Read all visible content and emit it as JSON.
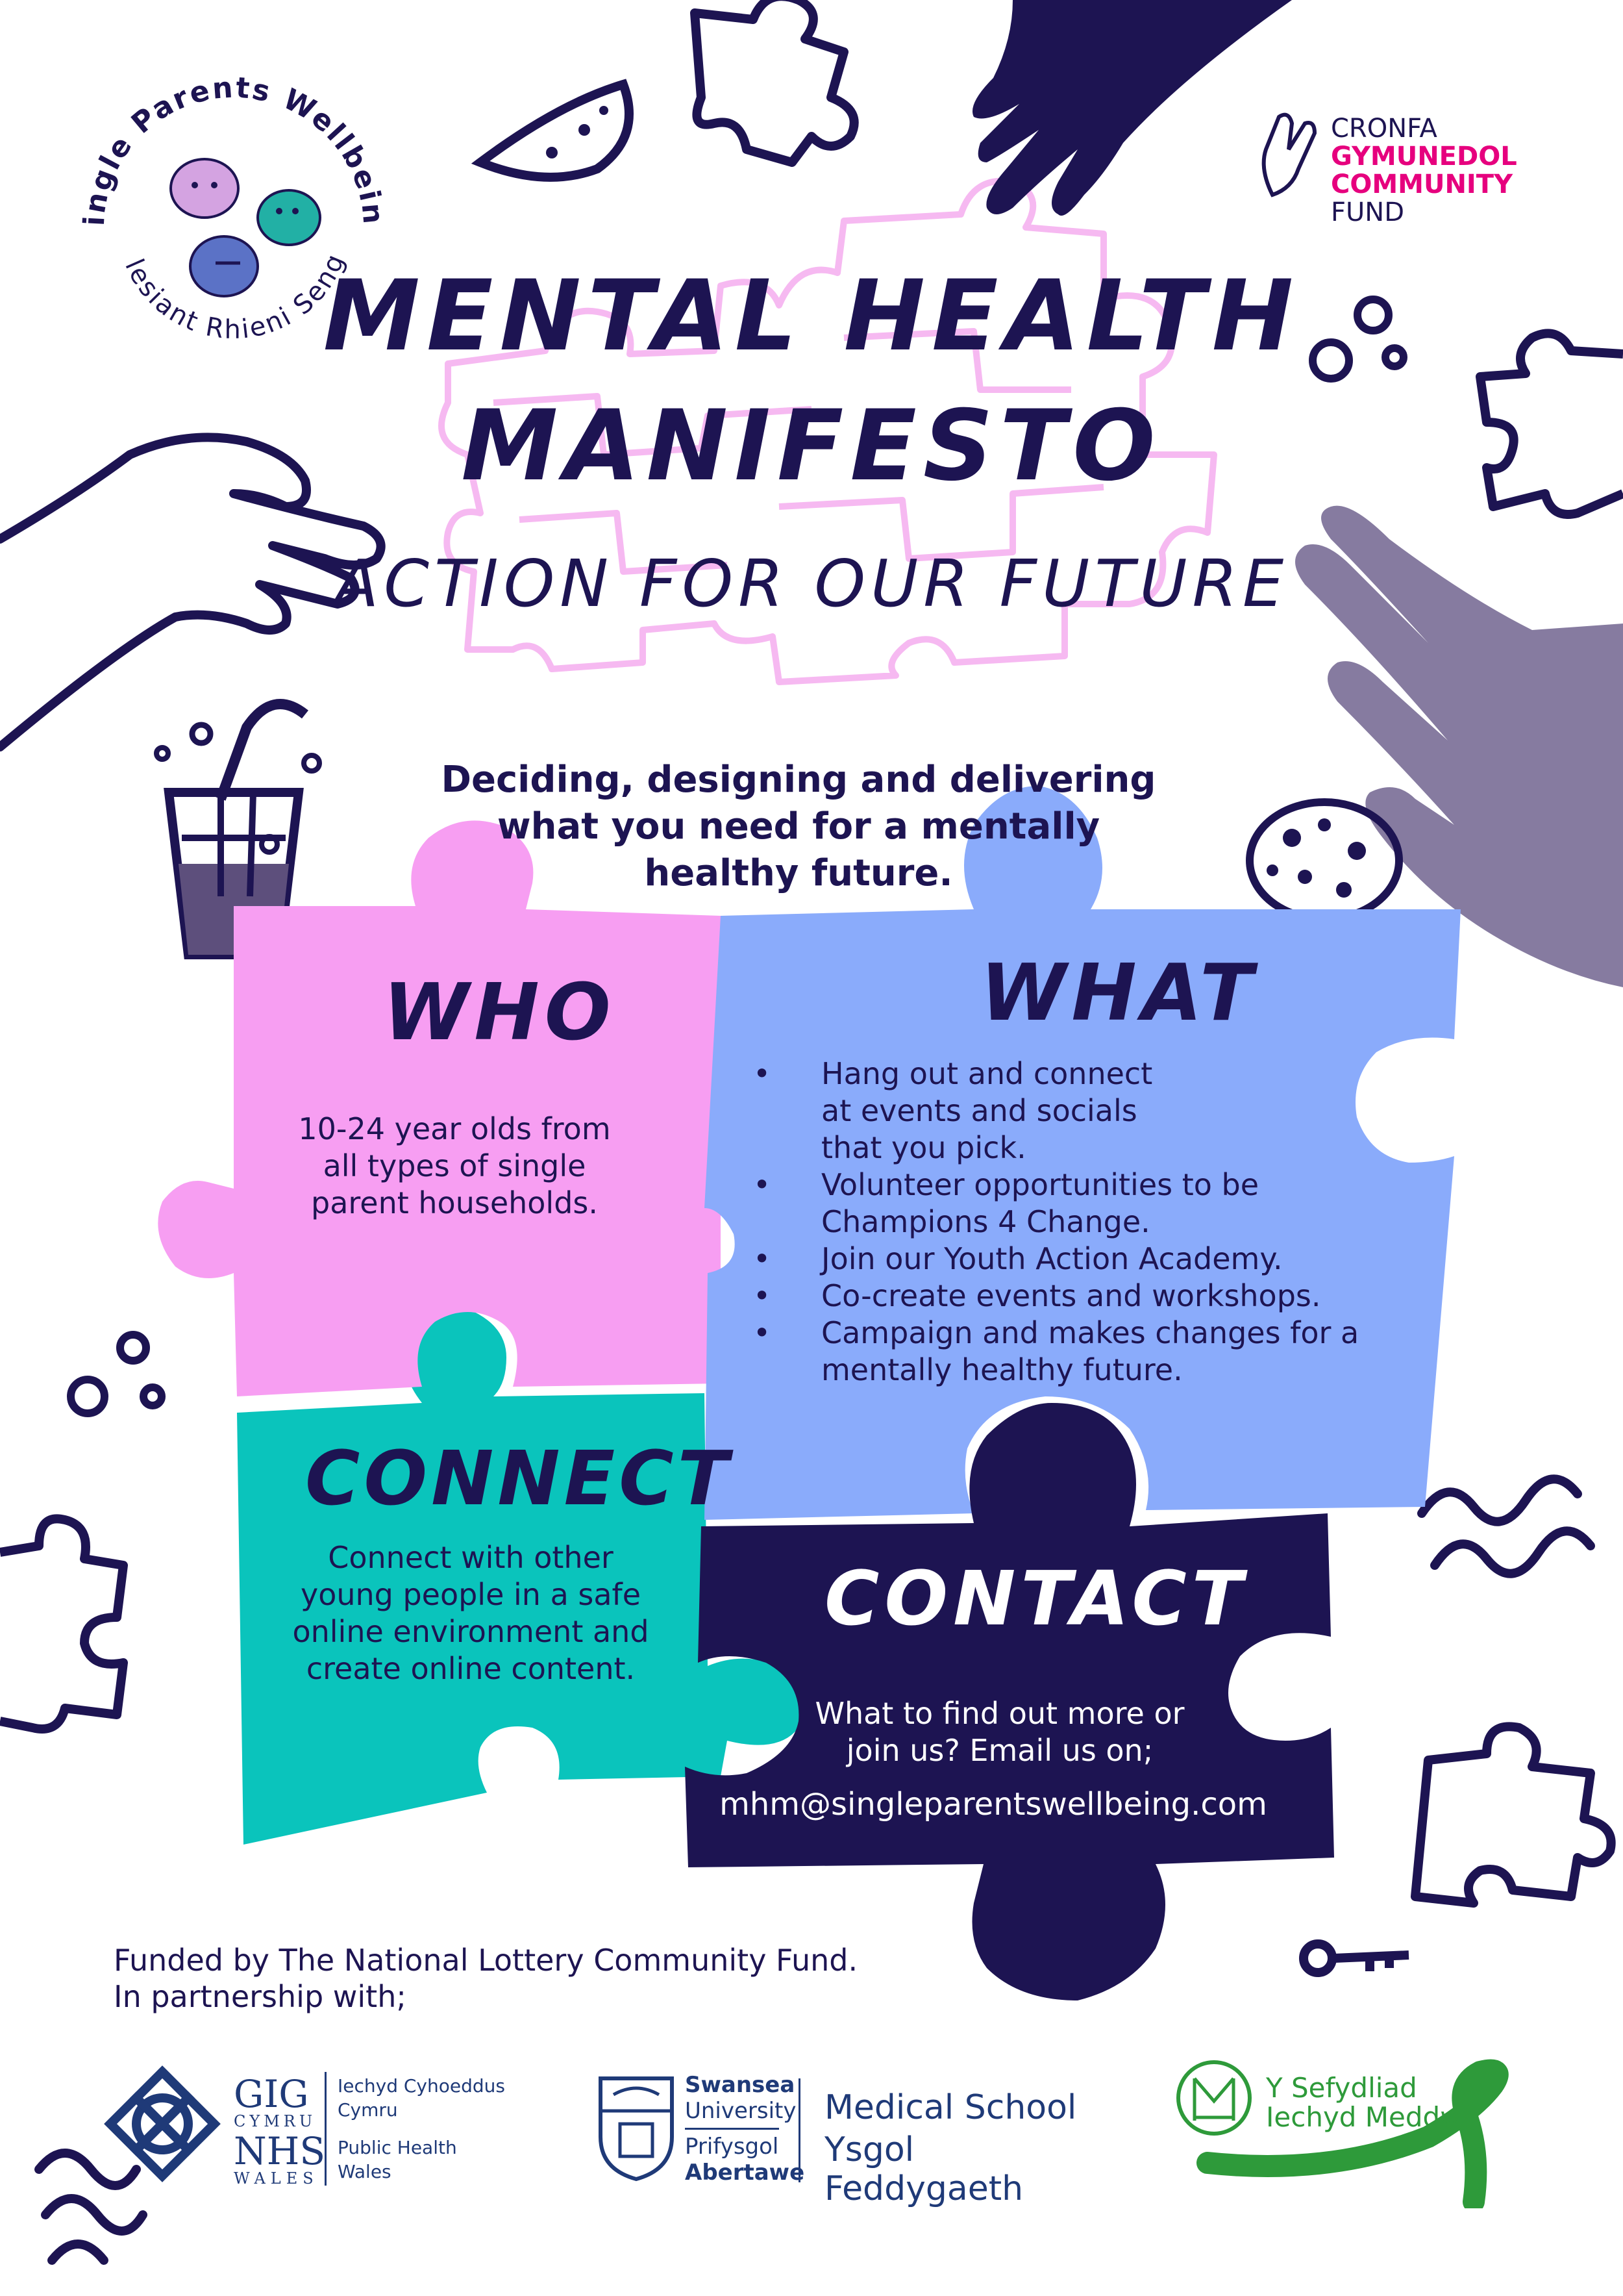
{
  "colors": {
    "navy": "#1d1452",
    "pink": "#f79ef2",
    "blue": "#8aabfb",
    "teal": "#0ac4bc",
    "purple_grey": "#867ba0",
    "lottery_pink": "#e6007e",
    "nhs_blue": "#1f3a78",
    "ribbon_green": "#2e9a3a"
  },
  "logo_spw": {
    "top_arc": "Single Parents Wellbeing",
    "bottom_arc": "Llesiant Rhieni Sengl"
  },
  "logo_lottery": {
    "line1": "CRONFA",
    "line2": "GYMUNEDOL",
    "line3": "COMMUNITY",
    "line4": "FUND"
  },
  "header": {
    "title_line1": "MENTAL  HEALTH",
    "title_line2": "MANIFESTO",
    "subtitle": "ACTION  FOR  OUR  FUTURE"
  },
  "tagline": {
    "line1": "Deciding, designing and delivering",
    "line2": "what you need for a mentally",
    "line3": "healthy future."
  },
  "who": {
    "title": "WHO",
    "line1": "10-24 year olds from",
    "line2": "all types of single",
    "line3": "parent households."
  },
  "what": {
    "title": "WHAT",
    "items": [
      {
        "lines": [
          "Hang out and connect",
          "at events and socials",
          "that you pick."
        ]
      },
      {
        "lines": [
          "Volunteer opportunities to be",
          "Champions 4 Change."
        ]
      },
      {
        "lines": [
          "Join our Youth Action Academy."
        ]
      },
      {
        "lines": [
          "Co-create events and workshops."
        ]
      },
      {
        "lines": [
          "Campaign and makes changes for a",
          "mentally healthy future."
        ]
      }
    ]
  },
  "connect": {
    "title": "CONNECT",
    "line1": "Connect with other",
    "line2": "young people in a safe",
    "line3": "online environment and",
    "line4": "create online content."
  },
  "contact": {
    "title": "CONTACT",
    "line1": "What to find out more or",
    "line2": "join us? Email us on;",
    "email": "mhm@singleparentswellbeing.com"
  },
  "footer": {
    "funded_line1": "Funded by The National Lottery Community Fund.",
    "funded_line2": "In partnership with;"
  },
  "partner_nhs": {
    "gig": "GIG",
    "cymru": "CYMRU",
    "nhs": "NHS",
    "wales": "WALES",
    "welsh_name_1": "Iechyd Cyhoeddus",
    "welsh_name_2": "Cymru",
    "english_name_1": "Public Health",
    "english_name_2": "Wales"
  },
  "partner_swansea": {
    "uni_line1": "Swansea",
    "uni_line2": "University",
    "uni_line3": "Prifysgol",
    "uni_line4": "Abertawe",
    "school_en": "Medical School",
    "school_cy": "Ysgol Feddygaeth"
  },
  "partner_mh": {
    "line1": "Y Sefydliad",
    "line2": "Iechyd Meddwl"
  },
  "icons": [
    "hand-icon",
    "puzzle-piece-icon",
    "drink-glass-icon",
    "cookie-icon",
    "key-icon",
    "ribbon-icon",
    "speech-bubble-icon"
  ]
}
